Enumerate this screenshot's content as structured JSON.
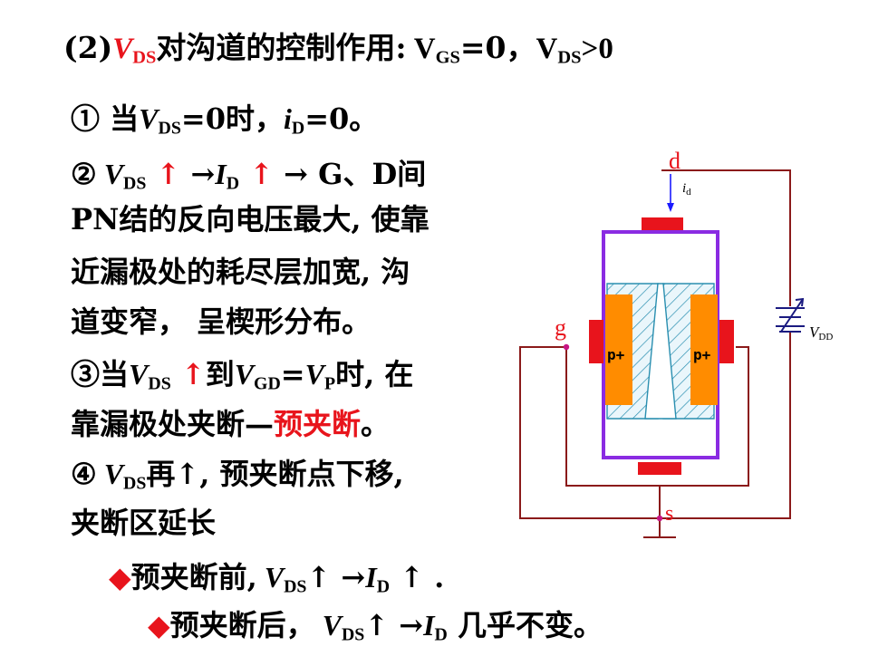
{
  "title": {
    "prefix": "(2)",
    "v": "V",
    "ds": "DS",
    "main": "对沟道的控制作用:",
    "cond1_v": " V",
    "cond1_sub": "GS",
    "cond1_rest": "=0，",
    "cond2_v": "V",
    "cond2_sub": "DS",
    "cond2_rest": ">0"
  },
  "step1": {
    "num": "①",
    "a": " 当",
    "v": "V",
    "ds": "DS",
    "b": "=0时，",
    "i": "i",
    "d": "D",
    "c": "=0。"
  },
  "step2": {
    "num": "②",
    "v": " V",
    "ds": "DS",
    "up1": " ↑",
    "arrow": " →",
    "i": "I",
    "d": "D",
    "up2": " ↑",
    "rest": " → G、D间",
    "line2": "PN结的反向电压最大, 使靠",
    "line3": "近漏极处的耗尽层加宽, 沟",
    "line4": "道变窄， 呈楔形分布。"
  },
  "step3": {
    "num": "③",
    "a": "当",
    "v1": "V",
    "ds": "DS",
    "up": " ↑",
    "b": "到",
    "v2": "V",
    "gd": "GD",
    "eq": "=",
    "v3": "V",
    "p": "P",
    "c": "时, 在",
    "line2a": "靠漏极处夹断—",
    "line2b": "预夹断",
    "line2c": "。"
  },
  "step4": {
    "num": "④",
    "v": " V",
    "ds": "DS",
    "rest": "再↑, 预夹断点下移,",
    "line2": "夹断区延长"
  },
  "bullet1": {
    "diamond": "◆",
    "a": "预夹断前,",
    "v": " V",
    "ds": "DS",
    "b": "↑ →",
    "i": "I",
    "d": "D",
    "c": " ↑ ."
  },
  "bullet2": {
    "diamond": "◆",
    "a": "预夹断后，",
    "v": " V",
    "ds": "DS",
    "b": "↑ →",
    "i": "I",
    "d": "D",
    "c": " 几乎不变。"
  },
  "diagram": {
    "label_d": "d",
    "label_id_i": "i",
    "label_id_sub": "d",
    "label_g": "g",
    "label_s": "s",
    "label_p1": "p+",
    "label_p2": "p+",
    "label_vdd_v": "V",
    "label_vdd_sub": "DD",
    "colors": {
      "wire": "#8b1a1a",
      "channel": "#8a2be2",
      "electrode": "#e8141c",
      "gate": "#ff8c00",
      "hatch": "#2a8fb0"
    }
  }
}
